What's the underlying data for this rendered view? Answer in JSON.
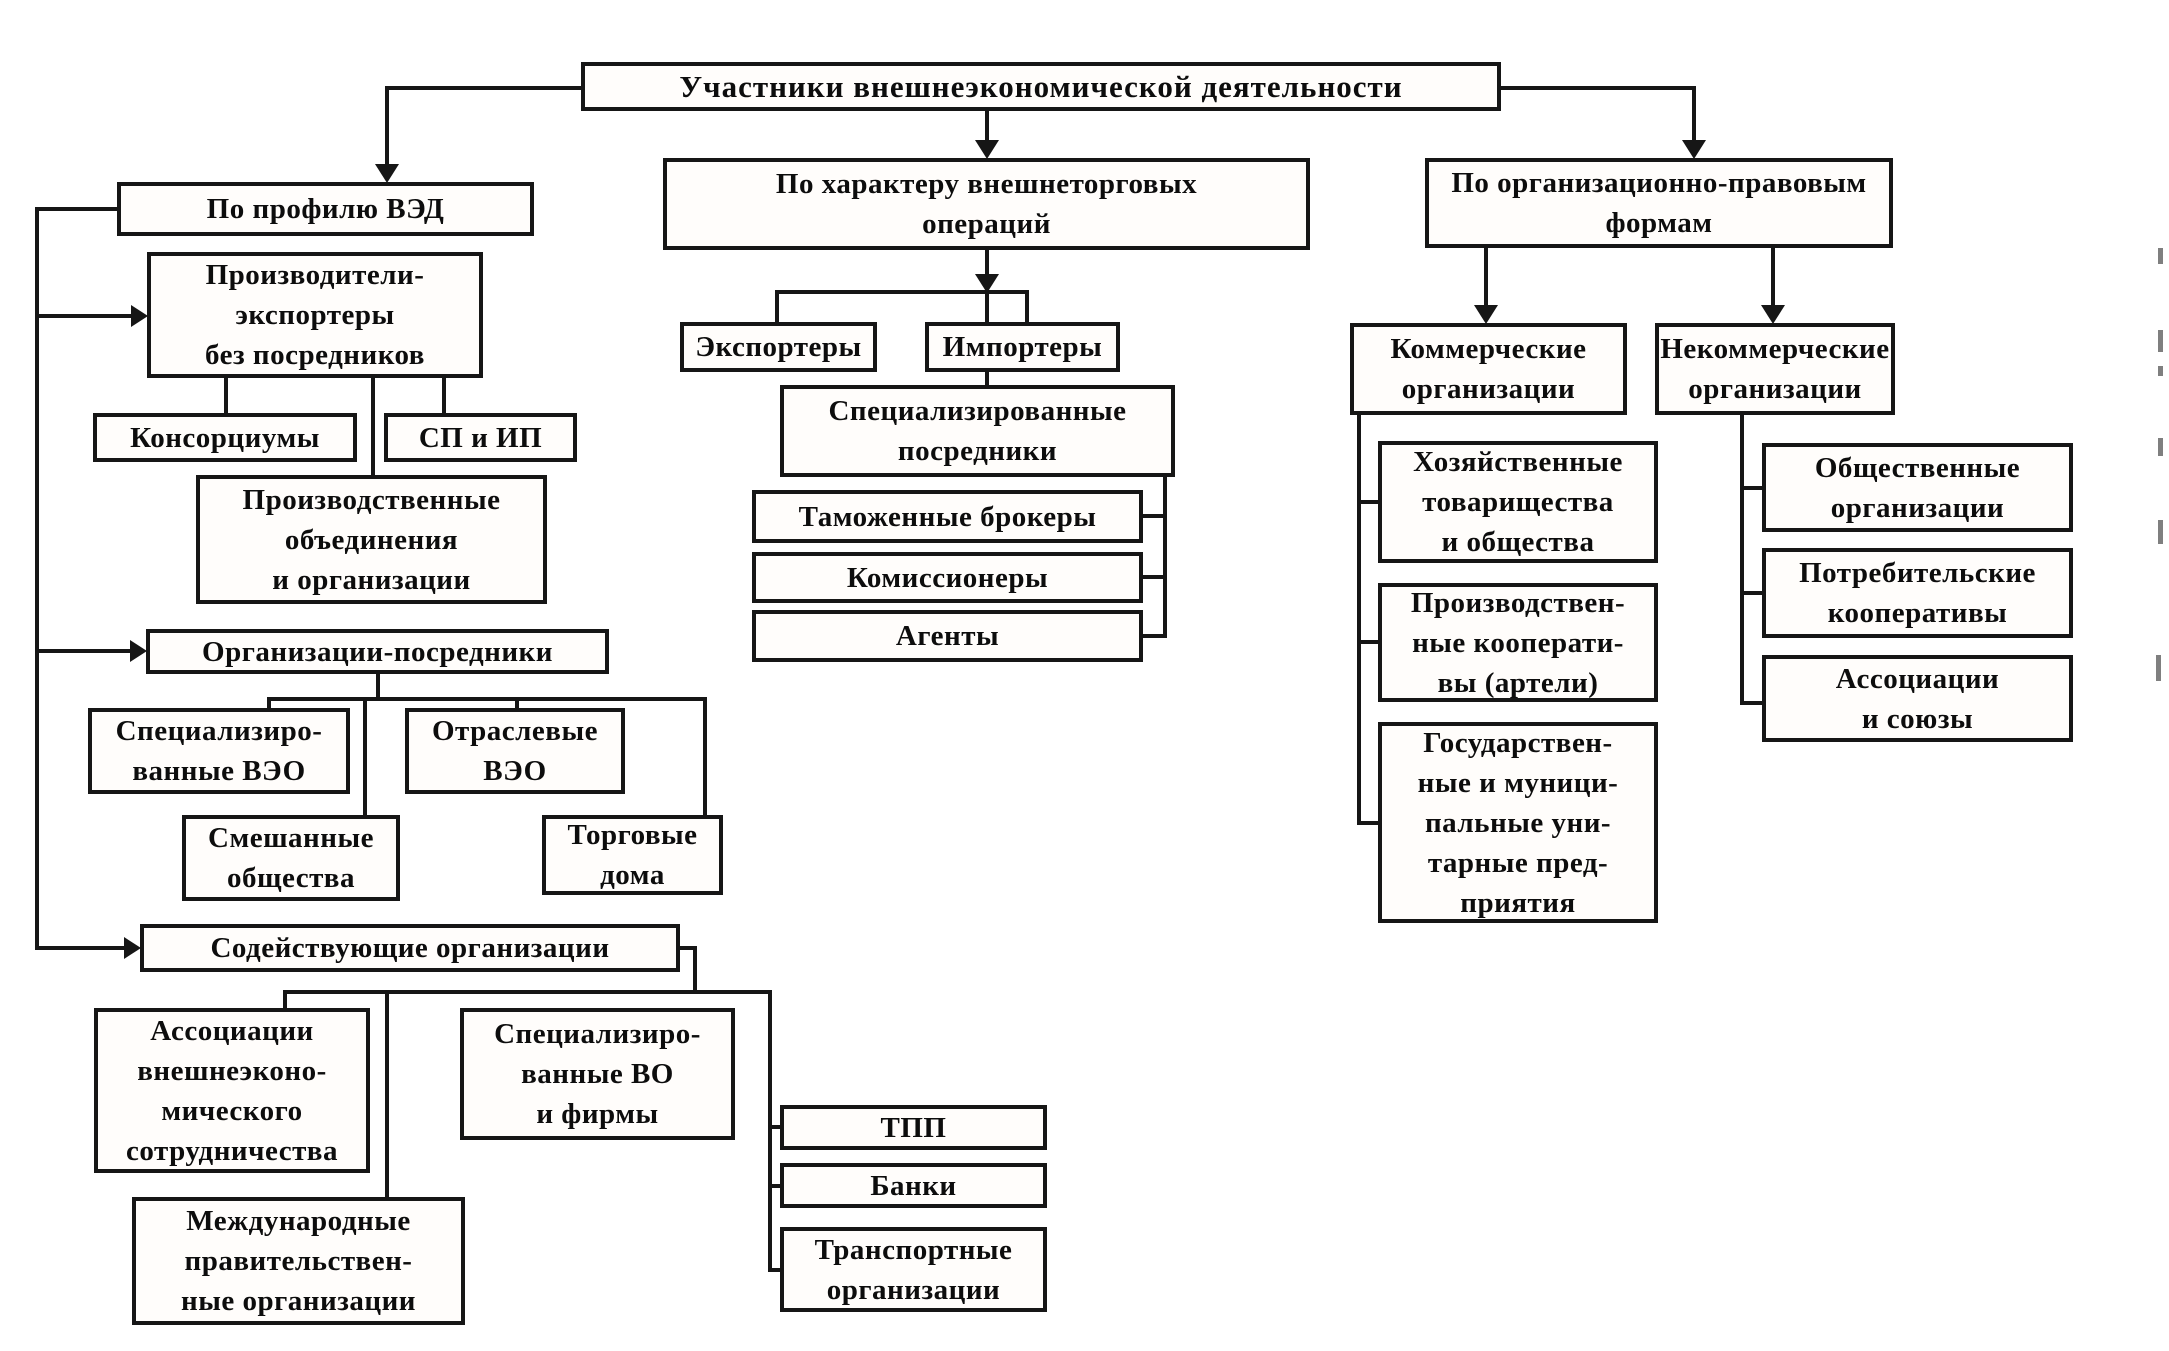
{
  "diagram": {
    "title": "Участники внешнеэкономической деятельности",
    "branch_profile": {
      "header": "По профилю ВЭД",
      "producers": "Производители-\nэкспортеры\nбез посредников",
      "consortiums": "Консорциумы",
      "sp_ip": "СП и ИП",
      "prod_associations": "Производственные\nобъединения\nи организации",
      "intermediaries_header": "Организации-посредники",
      "spec_veo": "Специализиро-\nванные ВЭО",
      "branch_veo": "Отраслевые\nВЭО",
      "mixed_companies": "Смешанные\nобщества",
      "trade_houses": "Торговые\nдома",
      "assisting_header": "Содействующие организации",
      "fea_associations": "Ассоциации\nвнешнеэконо-\nмического\nсотрудничества",
      "spec_vo_firms": "Специализиро-\nванные ВО\nи фирмы",
      "intl_gov_orgs": "Международные\nправительствен-\nные организации",
      "tpp": "ТПП",
      "banks": "Банки",
      "transport_orgs": "Транспортные\nорганизации"
    },
    "branch_operations": {
      "header": "По характеру внешнеторговых\nопераций",
      "exporters": "Экспортеры",
      "importers": "Импортеры",
      "spec_intermediaries": "Специализированные\nпосредники",
      "customs_brokers": "Таможенные брокеры",
      "commission_agents": "Комиссионеры",
      "agents": "Агенты"
    },
    "branch_legal": {
      "header": "По организационно-правовым\nформам",
      "commercial": "Коммерческие\nорганизации",
      "noncommercial": "Некоммерческие\nорганизации",
      "partnerships": "Хозяйственные\nтоварищества\nи общества",
      "prod_coops": "Производствен-\nные кооперати-\nвы (артели)",
      "unitary": "Государствен-\nные и муници-\nпальные уни-\nтарные пред-\nприятия",
      "public_orgs": "Общественные\nорганизации",
      "consumer_coops": "Потребительские\nкооперативы",
      "assoc_unions": "Ассоциации\nи союзы"
    }
  }
}
